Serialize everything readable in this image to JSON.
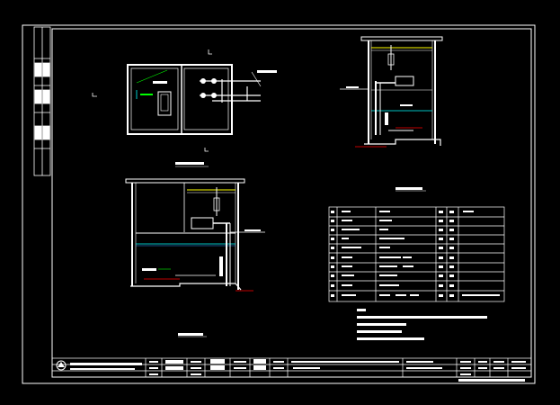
{
  "drawing": {
    "background": "#000000",
    "line_color": "#ffffff",
    "accent_yellow": "#ffff00",
    "accent_cyan": "#00ffff",
    "accent_green": "#00ff00",
    "accent_red": "#ff0000",
    "accent_blue": "#3399ff"
  },
  "equipment_table": {
    "rows": 10,
    "columns": 6
  },
  "notes": {
    "lines": 4
  },
  "title_block": {
    "logo": "company-logo-icon"
  }
}
